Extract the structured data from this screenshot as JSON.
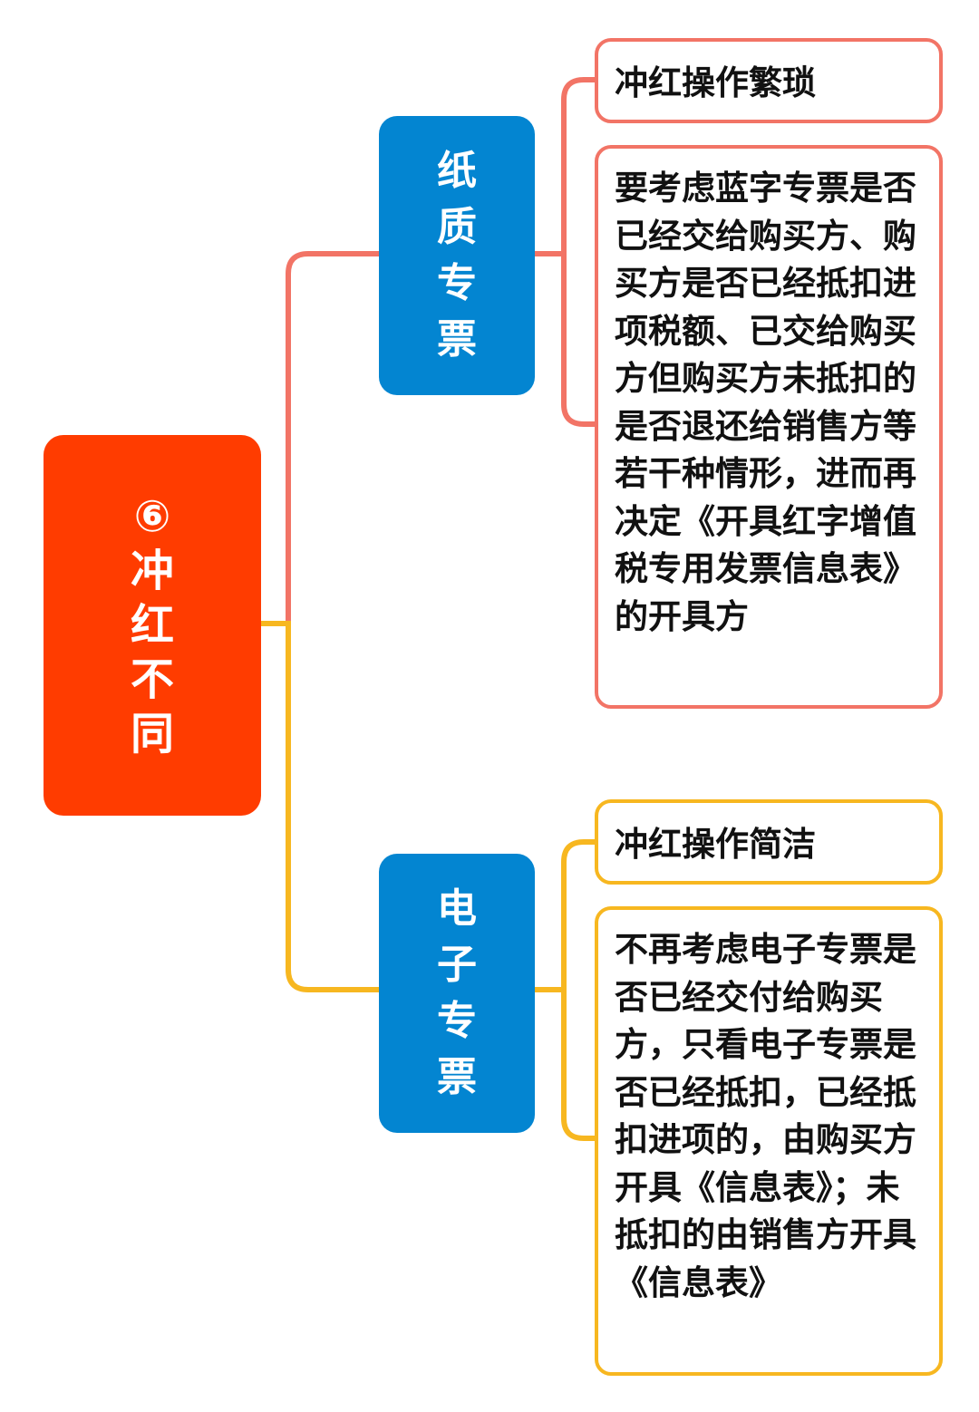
{
  "root": {
    "label": "⑥冲红不同"
  },
  "branches": [
    {
      "label": "纸质专票",
      "color": "#0385d1",
      "connector_color": "#f27466",
      "leaves": [
        {
          "text": "冲红操作繁琐"
        },
        {
          "text": "要考虑蓝字专票是否已经交给购买方、购买方是否已经抵扣进项税额、已交给购买方但购买方未抵扣的是否退还给销售方等若干种情形，进而再决定《开具红字增值税专用发票信息表》的开具方"
        }
      ]
    },
    {
      "label": "电子专票",
      "color": "#0385d1",
      "connector_color": "#f7b720",
      "leaves": [
        {
          "text": "冲红操作简洁"
        },
        {
          "text": "不再考虑电子专票是否已经交付给购买方，只看电子专票是否已经抵扣，已经抵扣进项的，由购买方开具《信息表》；未抵扣的由销售方开具《信息表》"
        }
      ]
    }
  ],
  "colors": {
    "root": "#ff3c00",
    "branch": "#0385d1",
    "paper_line": "#f27466",
    "electronic_line": "#f7b720"
  }
}
